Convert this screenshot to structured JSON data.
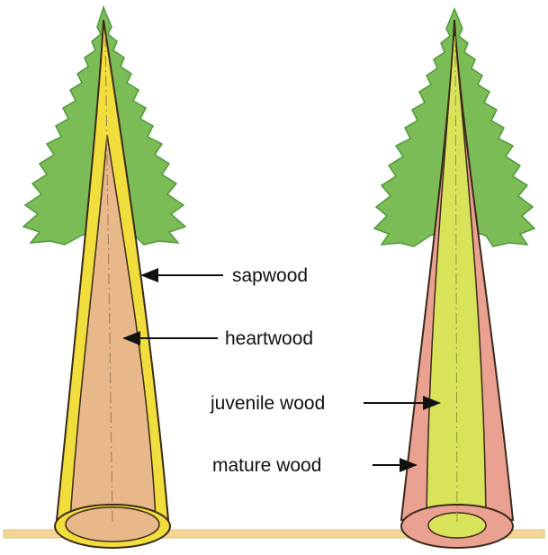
{
  "labels": {
    "sapwood": "sapwood",
    "heartwood": "heartwood",
    "juvenile_wood": "juvenile wood",
    "mature_wood": "mature wood"
  },
  "colors": {
    "foliage": "#7cbc56",
    "foliage_dark": "#4e9a3a",
    "sapwood": "#f1dd3c",
    "heartwood": "#e8b88a",
    "juvenile_wood": "#d9e35a",
    "mature_wood": "#eba192",
    "ground": "#f4d595",
    "outline": "#3a2a1a"
  }
}
